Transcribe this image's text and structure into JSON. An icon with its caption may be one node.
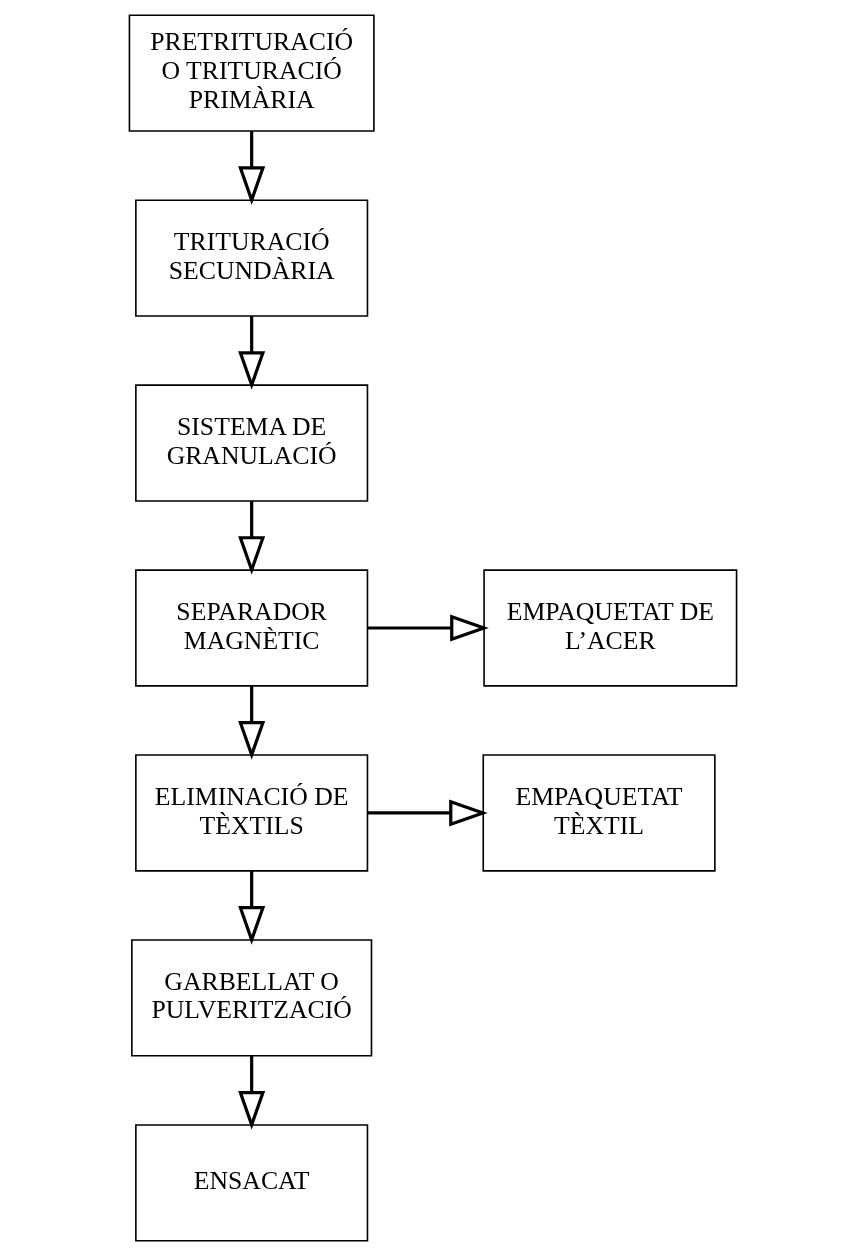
{
  "diagram": {
    "nodes": [
      {
        "text": [
          "PRETRITURACIÓ O TRITURACIÓ PRIMÀRIA"
        ]
      },
      {
        "text": [
          "TRITURACIÓ SECUNDÀRIA"
        ]
      },
      {
        "text": [
          "SISTEMA DE GRANULACIÓ"
        ]
      },
      {
        "text": [
          "SEPARADOR MAGNÈTIC"
        ]
      },
      {
        "text": [
          "EMPAQUETAT DE L’ACER"
        ]
      },
      {
        "text": [
          "ELIMINACIÓ DE TÈXTILS"
        ]
      },
      {
        "text": [
          "EMPAQUETAT TÈXTIL"
        ]
      },
      {
        "text": [
          "GARBELLAT O PULVERITZACIÓ"
        ]
      },
      {
        "text": [
          "ENSACAT"
        ]
      }
    ],
    "edges": [
      {
        "from": 0,
        "to": 1,
        "arrow": "to"
      },
      {
        "from": 1,
        "to": 2,
        "arrow": "to"
      },
      {
        "from": 2,
        "to": 3,
        "arrow": "to"
      },
      {
        "from": 3,
        "to": 4,
        "arrow": "to"
      },
      {
        "from": 3,
        "to": 5,
        "arrow": "to"
      },
      {
        "from": 5,
        "to": 6,
        "arrow": "to"
      },
      {
        "from": 5,
        "to": 7,
        "arrow": "to"
      },
      {
        "from": 7,
        "to": 8,
        "arrow": "to"
      }
    ]
  }
}
